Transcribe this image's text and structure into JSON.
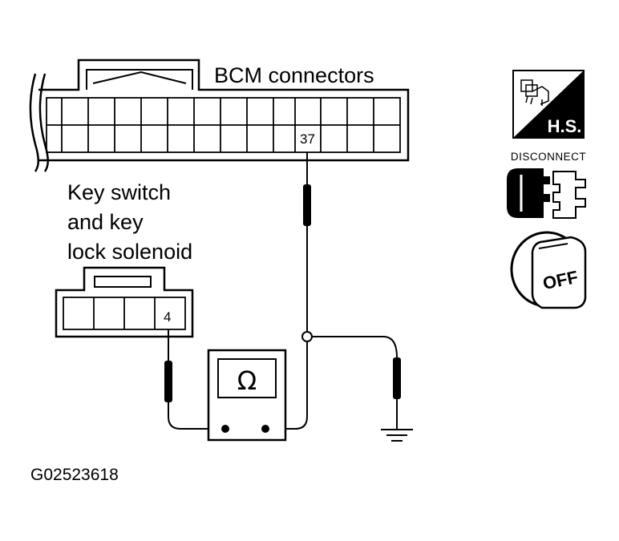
{
  "diagram": {
    "bcm_label": "BCM connectors",
    "bcm_pin": "37",
    "key_switch_label_line1": "Key switch",
    "key_switch_label_line2": "and key",
    "key_switch_label_line3": "lock solenoid",
    "key_switch_pin": "4",
    "meter_symbol": "Ω",
    "figure_id": "G02523618"
  },
  "icons": {
    "harness_side_label": "H.S.",
    "disconnect_label": "DISCONNECT",
    "ignition_label": "OFF"
  },
  "colors": {
    "ink": "#000000",
    "paper": "#ffffff"
  }
}
